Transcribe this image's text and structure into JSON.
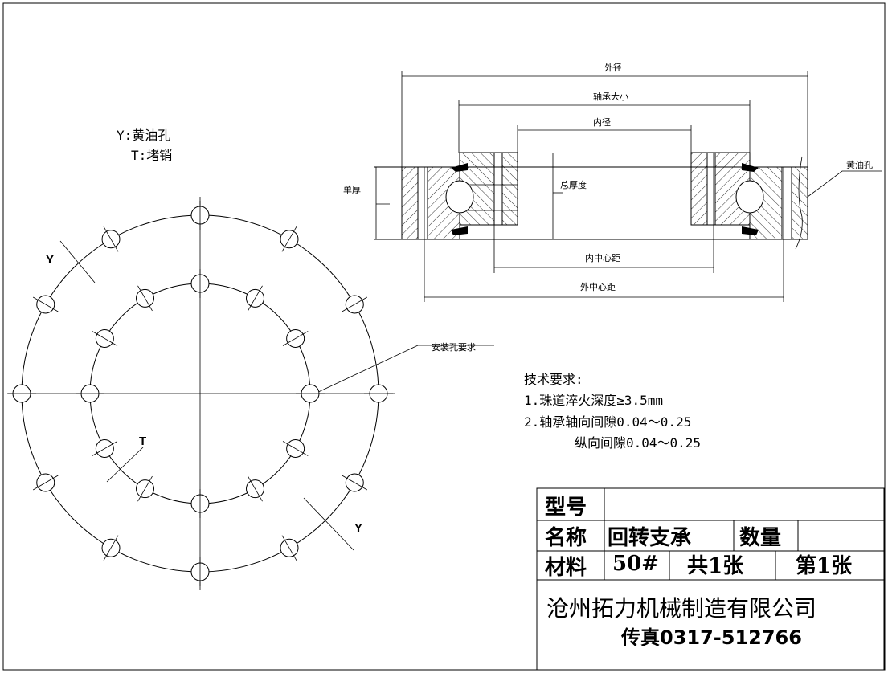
{
  "legend": {
    "y_label": "Y:黄油孔",
    "t_label": "T:堵销"
  },
  "plan_view": {
    "marker_y_top": "Y",
    "marker_t": "T",
    "marker_y_bottom": "Y",
    "mount_hole_note": "安装孔要求",
    "outer_hole_count": 12,
    "inner_hole_count": 12
  },
  "section_view": {
    "outer_diameter": "外径",
    "bearing_size": "轴承大小",
    "inner_diameter": "内径",
    "single_thickness": "单厚",
    "total_thickness": "总厚度",
    "grease_hole": "黄油孔",
    "inner_center_distance": "内中心距",
    "outer_center_distance": "外中心距"
  },
  "tech_requirements": {
    "title": "技术要求:",
    "line1": "1.珠道淬火深度≥3.5mm",
    "line2": "2.轴承轴向间隙0.04～0.25",
    "line3": "纵向间隙0.04～0.25"
  },
  "title_block": {
    "model_label": "型号",
    "model_value": "",
    "name_label": "名称",
    "name_value": "回转支承",
    "quantity_label": "数量",
    "quantity_value": "",
    "material_label": "材料",
    "material_value": "50#",
    "total_sheets": "共1张",
    "sheet_no": "第1张",
    "company": "沧州拓力机械制造有限公司",
    "fax": "传真0317-512766"
  }
}
